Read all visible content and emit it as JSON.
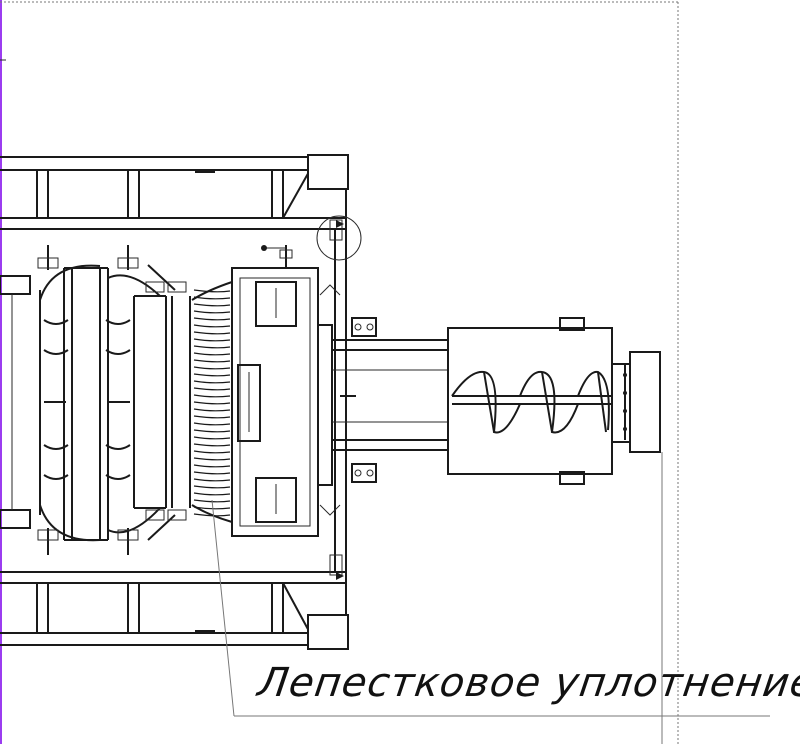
{
  "diagram": {
    "caption": "Лепестковое уплотнение",
    "colors": {
      "line": "#1a1a1a",
      "frame": "#8a8a8a",
      "accent_edge": "#9b3cf0"
    },
    "components": [
      "frame-structure",
      "drum-wheel",
      "petal-seal",
      "housing-block",
      "shaft",
      "screw-conveyor",
      "end-flange"
    ]
  }
}
